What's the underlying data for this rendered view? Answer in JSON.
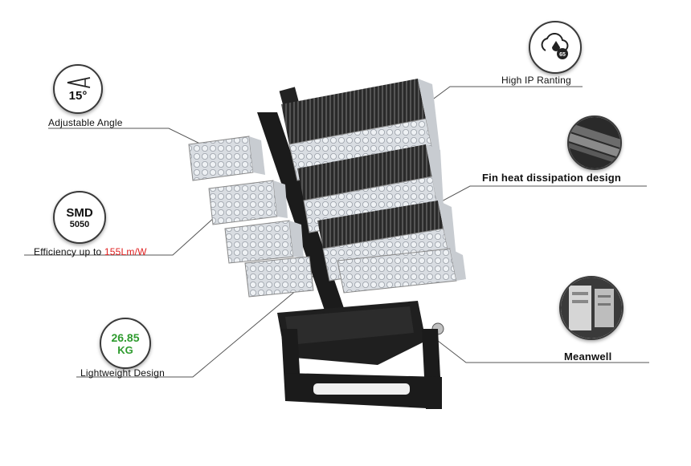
{
  "features": {
    "angle": {
      "value": "15°",
      "label": "Adjustable Angle"
    },
    "ip": {
      "badge_ip": "IP",
      "badge_rating": "65",
      "label": "High IP Ranting"
    },
    "smd": {
      "line1": "SMD",
      "line2": "5050",
      "label_prefix": "Efficiency up to ",
      "label_value": "155Lm/W"
    },
    "fin": {
      "label": "Fin heat dissipation design"
    },
    "weight": {
      "value": "26.85",
      "unit": "KG",
      "label": "Lightweight Design"
    },
    "driver": {
      "label": "Meanwell"
    }
  },
  "colors": {
    "efficiency": "#e02020",
    "weight": "#2e9b2e",
    "fixture": "#1b1b1b",
    "housing": "#c8ccd1"
  }
}
